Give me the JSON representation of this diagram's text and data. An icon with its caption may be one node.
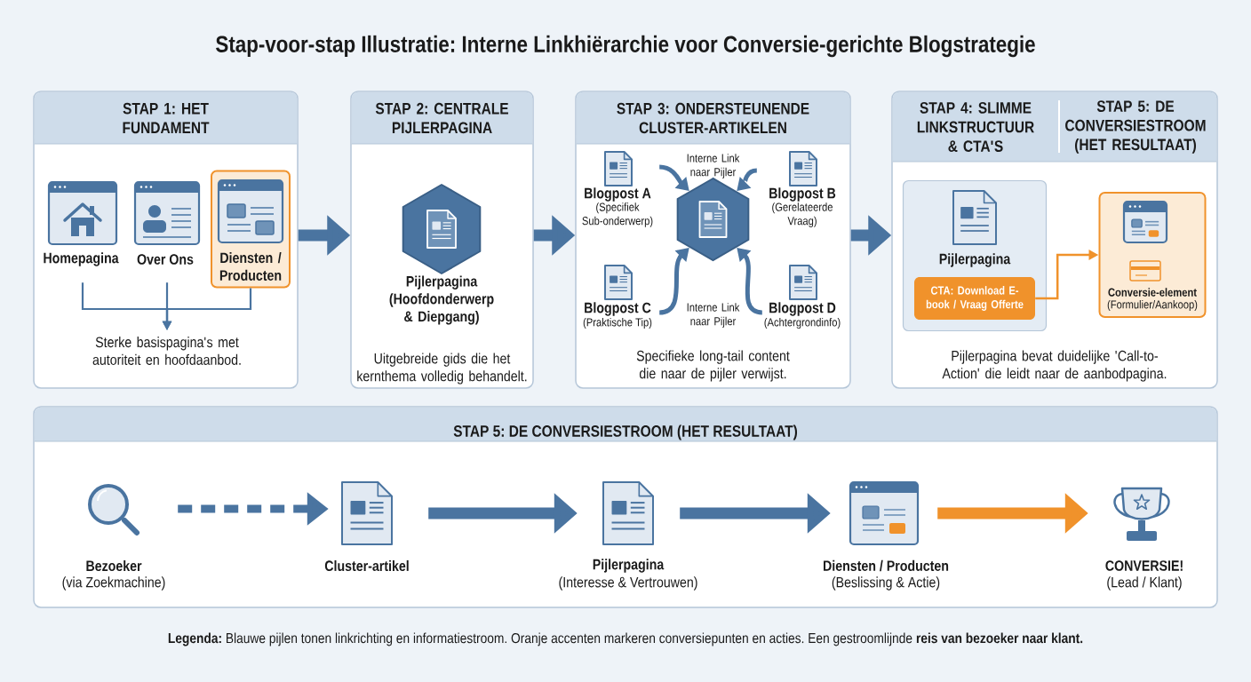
{
  "diagram": {
    "title": "Stap-voor-stap Illustratie: Interne Linkhiërarchie voor Conversie-gerichte Blogstrategie",
    "nodes": [
      {
        "text": [
          "STAP 1: HET FUNDAMENT"
        ]
      },
      {
        "text": [
          "Homepagina"
        ],
        "in": 0
      },
      {
        "text": [
          "Over Ons"
        ],
        "in": 0
      },
      {
        "text": [
          "Diensten / Producten"
        ],
        "in": 0
      },
      {
        "text": [
          "Sterke basispagina's met autoriteit en hoofdaanbod."
        ],
        "in": 0
      },
      {
        "text": [
          "STAP 2: CENTRALE PIJLERPAGINA",
          "Uitgebreide gids die het kernthema volledig behandelt."
        ]
      },
      {
        "text": [
          "Pijlerpagina (Hoofdonderwerp & Diepgang)"
        ],
        "in": 5
      },
      {
        "text": [
          "STAP 3: ONDERSTEUNENDE CLUSTER-ARTIKELEN",
          "Specifieke long-tail content die naar de pijler verwijst."
        ]
      },
      {
        "text": [
          "Blogpost A",
          "(Specifiek Sub-onderwerp)"
        ],
        "in": 7
      },
      {
        "text": [
          "Blogpost B",
          "(Gerelateerde Vraag)"
        ],
        "in": 7
      },
      {
        "text": [],
        "shape": "hexagon",
        "in": 7
      },
      {
        "text": [
          "Blogpost C",
          "(Praktische Tip)"
        ],
        "in": 7
      },
      {
        "text": [
          "Blogpost D",
          "(Achtergrondinfo)"
        ],
        "in": 7
      },
      {
        "text": [
          "STAP 4: SLIMME LINKSTRUCTUUR & CTA'S",
          "STAP 5: DE CONVERSIESTROOM (HET RESULTAAT)",
          "Pijlerpagina bevat duidelijke 'Call-to-Action' die leidt naar de aanbodpagina."
        ]
      },
      {
        "text": [
          "Pijlerpagina"
        ],
        "in": 13
      },
      {
        "text": [
          "CTA: Download E-book / Vraag Offerte"
        ],
        "in": 14
      },
      {
        "text": [
          "Conversie-element",
          "(Formulier/Aankoop)"
        ],
        "in": 13
      },
      {
        "text": [
          "STAP 5: DE CONVERSIESTROOM (HET RESULTAAT)"
        ]
      },
      {
        "text": [
          "Bezoeker",
          "(via Zoekmachine)"
        ],
        "in": 17
      },
      {
        "text": [
          "Cluster-artikel"
        ],
        "in": 17
      },
      {
        "text": [
          "Pijlerpagina",
          "(Interesse & Vertrouwen)"
        ],
        "in": 17
      },
      {
        "text": [
          "Diensten / Producten",
          "(Beslissing & Actie)"
        ],
        "in": 17
      },
      {
        "text": [
          "CONVERSIE!",
          "(Lead / Klant)"
        ],
        "in": 17
      }
    ],
    "edges": [
      {
        "from": 1,
        "to": 4,
        "arrow": "to"
      },
      {
        "from": 2,
        "to": 4,
        "arrow": "to"
      },
      {
        "from": 3,
        "to": 4,
        "arrow": "to"
      },
      {
        "from": 0,
        "to": 5,
        "arrow": "to",
        "style": "thick"
      },
      {
        "from": 5,
        "to": 7,
        "arrow": "to",
        "style": "thick"
      },
      {
        "from": 8,
        "to": 10,
        "arrow": "to"
      },
      {
        "from": 9,
        "to": 10,
        "arrow": "to"
      },
      {
        "from": 11,
        "to": 10,
        "arrow": "to"
      },
      {
        "from": 12,
        "to": 10,
        "arrow": "to"
      },
      {
        "from": 7,
        "to": 13,
        "arrow": "to",
        "style": "thick"
      },
      {
        "from": 15,
        "to": 16,
        "arrow": "to",
        "color": "#f0922b"
      },
      {
        "from": 18,
        "to": 19,
        "arrow": "to",
        "style": "dashed"
      },
      {
        "from": 19,
        "to": 20,
        "arrow": "to",
        "style": "thick"
      },
      {
        "from": 20,
        "to": 21,
        "arrow": "to",
        "style": "thick"
      },
      {
        "from": 21,
        "to": 22,
        "arrow": "to",
        "style": "thick",
        "color": "#f0922b"
      }
    ],
    "labels": [
      "Interne Link naar Pijler",
      "Interne Link naar Pijler"
    ],
    "caption": "**Legenda:** Blauwe pijlen tonen linkrichting en informatiestroom. Oranje accenten markeren conversiepunten en acties. Een gestroomlijnde **reis van bezoeker naar klant.**"
  }
}
